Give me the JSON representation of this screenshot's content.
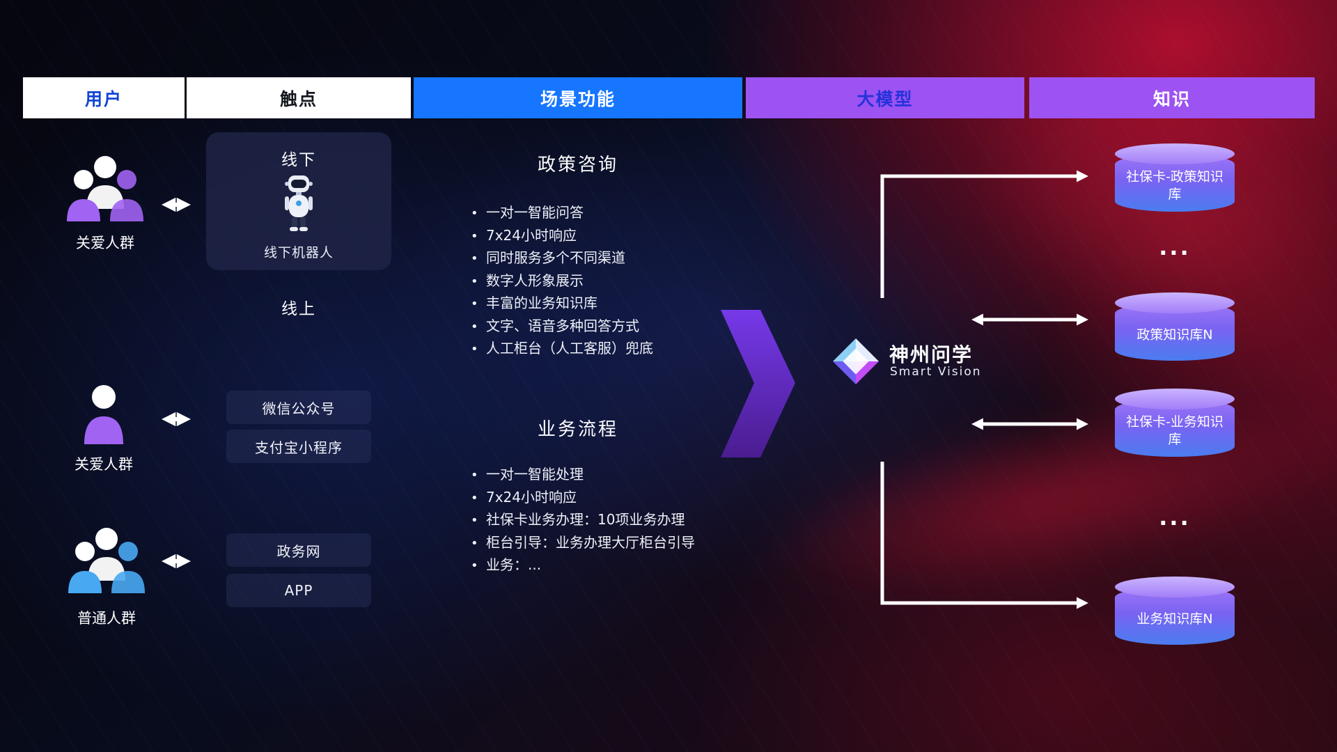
{
  "ui": {
    "bullet": "•"
  },
  "header": {
    "columns": [
      {
        "label": "用户"
      },
      {
        "label": "触点"
      },
      {
        "label": "场景功能"
      },
      {
        "label": "大模型"
      },
      {
        "label": "知识"
      }
    ]
  },
  "users": [
    {
      "label": "关爱人群"
    },
    {
      "label": "关爱人群"
    },
    {
      "label": "普通人群"
    }
  ],
  "touchpoints": {
    "offline_title": "线下",
    "robot_caption": "线下机器人",
    "online_title": "线上",
    "wechat": "微信公众号",
    "alipay": "支付宝小程序",
    "gov_web": "政务网",
    "app": "APP"
  },
  "scenes": [
    {
      "title": "政策咨询",
      "bullets": [
        "一对一智能问答",
        "7x24小时响应",
        "同时服务多个不同渠道",
        "数字人形象展示",
        "丰富的业务知识库",
        "文字、语音多种回答方式",
        "人工柜台（人工客服）兜底"
      ]
    },
    {
      "title": "业务流程",
      "bullets": [
        "一对一智能处理",
        "7x24小时响应",
        "社保卡业务办理：10项业务办理",
        "柜台引导：业务办理大厅柜台引导",
        "业务：..."
      ]
    }
  ],
  "model": {
    "name": "神州问学",
    "subtitle": "Smart Vision"
  },
  "knowledge": {
    "items": [
      {
        "label": "社保卡-政策知识库"
      },
      {
        "label": "..."
      },
      {
        "label": "政策知识库N"
      },
      {
        "label": "社保卡-业务知识库"
      },
      {
        "label": "..."
      },
      {
        "label": "业务知识库N"
      }
    ]
  },
  "colors": {
    "scene_header_blue": "#1676ff",
    "model_header_purple": "#9d52f2",
    "user_header_text": "#1244d6",
    "cylinder_top": "#cab4ff",
    "cylinder_bottom": "#4a7cf0",
    "arrow_white": "#ffffff",
    "big_arrow_purple": "#6d28d9"
  }
}
